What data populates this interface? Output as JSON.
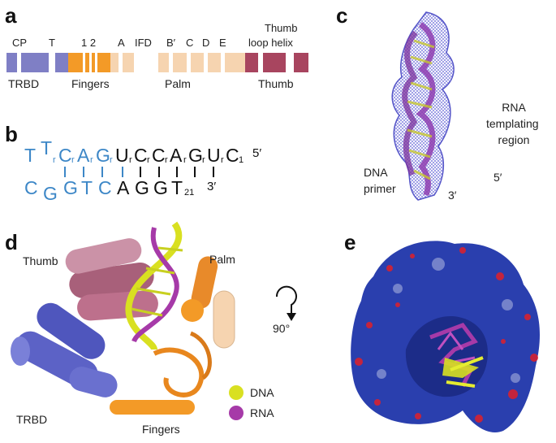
{
  "panels": {
    "a": "a",
    "b": "b",
    "c": "c",
    "d": "d",
    "e": "e"
  },
  "panel_a": {
    "top_labels": [
      "CP",
      "T",
      "1 2",
      "A",
      "IFD",
      "B′",
      "C",
      "D",
      "E",
      "Thumb",
      "loop helix"
    ],
    "bottom_labels": [
      "TRBD",
      "Fingers",
      "Palm",
      "Thumb"
    ],
    "colors": {
      "trbd": "#7f7fc5",
      "fingers": "#f39a27",
      "palm": "#f6d4b0",
      "thumb": "#a8455f"
    }
  },
  "panel_b": {
    "rna_strand": [
      {
        "t": "T",
        "s": ""
      },
      {
        "t": "T",
        "s": "r"
      },
      {
        "t": "C",
        "s": "r"
      },
      {
        "t": "A",
        "s": "r"
      },
      {
        "t": "G",
        "s": "r"
      },
      {
        "t": "U",
        "s": "r"
      },
      {
        "t": "C",
        "s": "r"
      },
      {
        "t": "C",
        "s": "r"
      },
      {
        "t": "A",
        "s": "r"
      },
      {
        "t": "G",
        "s": "r"
      },
      {
        "t": "U",
        "s": "r"
      },
      {
        "t": "C",
        "s": "1"
      }
    ],
    "rna_end": "5′",
    "dna_strand": [
      "C",
      "G",
      "G",
      "T",
      "C",
      "A",
      "G",
      "G",
      "T"
    ],
    "dna_sub": "21",
    "dna_end": "3′",
    "colors": {
      "blue": "#3d87c7",
      "black": "#111111"
    }
  },
  "panel_c": {
    "rna_label": [
      "RNA",
      "templating",
      "region"
    ],
    "dna_label": [
      "DNA",
      "primer"
    ],
    "five_prime": "5′",
    "three_prime": "3′"
  },
  "panel_d": {
    "thumb": "Thumb",
    "palm": "Palm",
    "trbd": "TRBD",
    "fingers": "Fingers",
    "rotation": "90°",
    "legend": [
      {
        "label": "DNA",
        "color": "#d9e021"
      },
      {
        "label": "RNA",
        "color": "#a63aa8"
      }
    ]
  },
  "panel_e": {
    "surface_color": "#2a3fae",
    "negative_color": "#e0202a"
  }
}
